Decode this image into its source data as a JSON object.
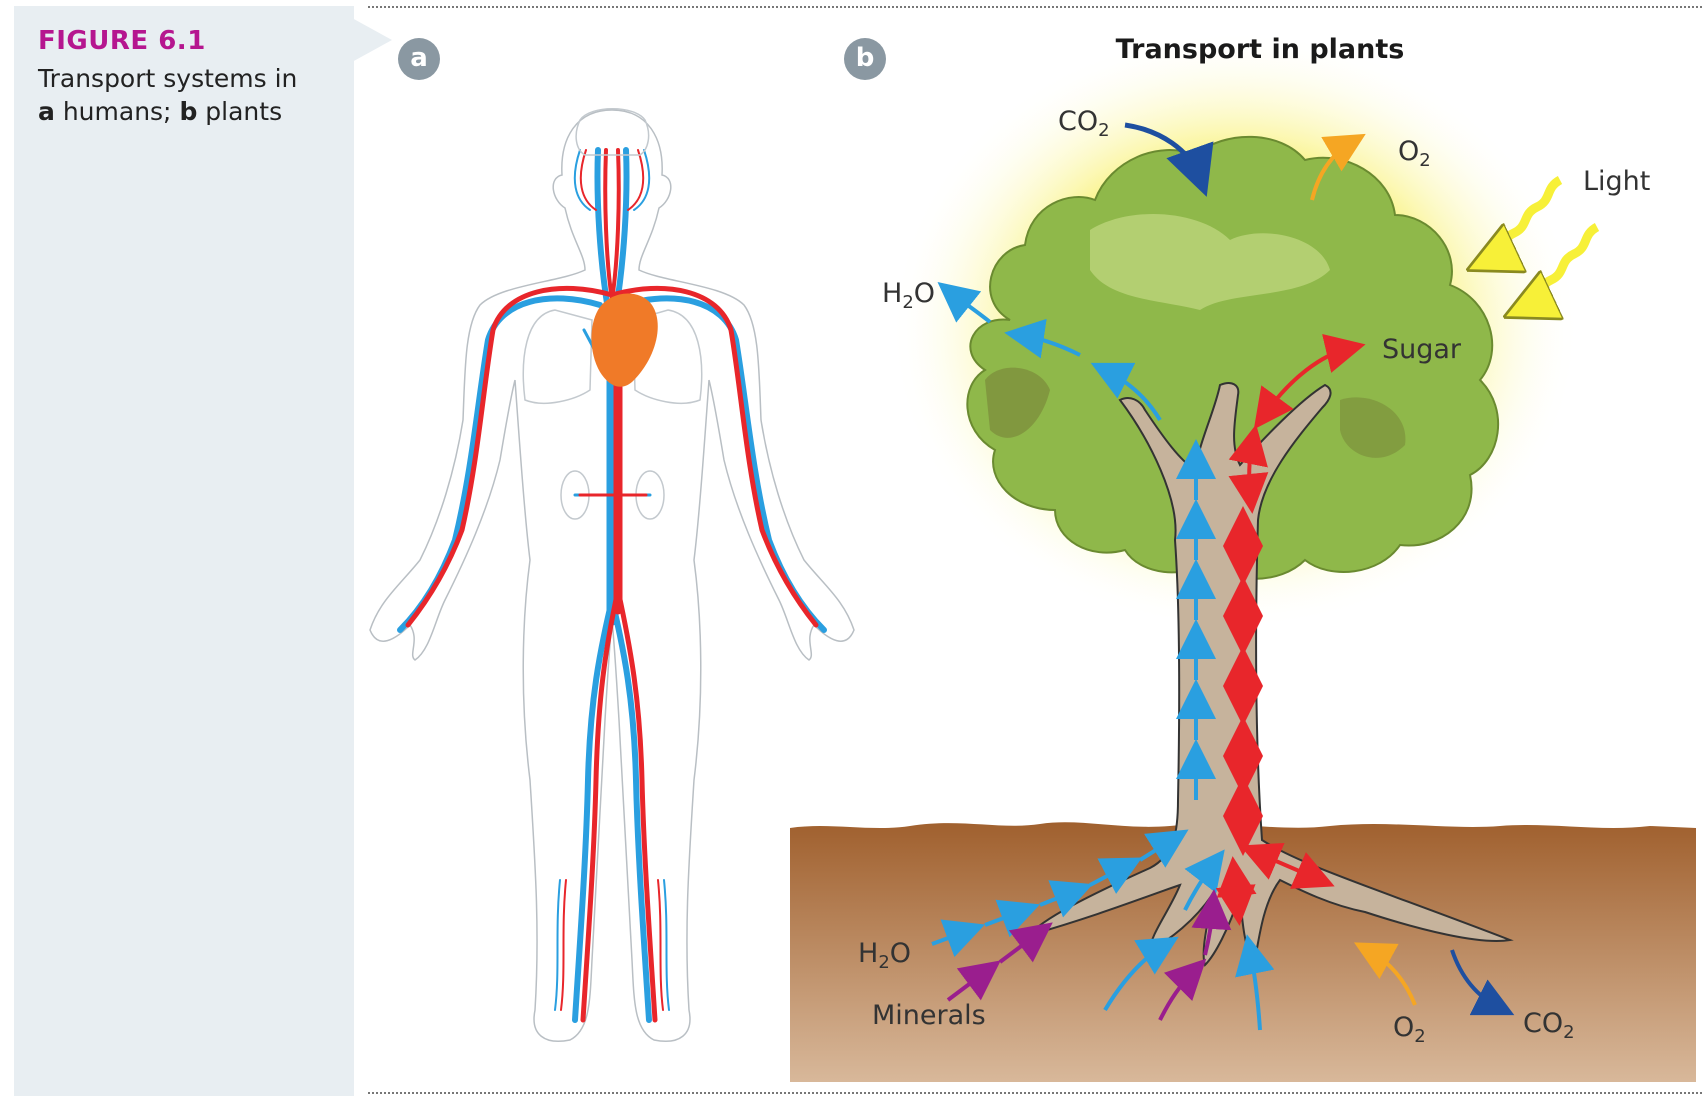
{
  "caption": {
    "figure_label": "FIGURE 6.1",
    "line1": "Transport systems in",
    "part_a_letter": "a",
    "part_a_text": "humans;",
    "part_b_letter": "b",
    "part_b_text": "plants"
  },
  "panels": {
    "a_badge": "a",
    "b_badge": "b"
  },
  "plant": {
    "title": "Transport in plants",
    "labels": {
      "co2_top": {
        "base": "CO",
        "sub": "2"
      },
      "o2_top": {
        "base": "O",
        "sub": "2"
      },
      "light": "Light",
      "h2o_top": {
        "base": "H",
        "sub": "2",
        "tail": "O"
      },
      "sugar": "Sugar",
      "h2o_bottom": {
        "base": "H",
        "sub": "2",
        "tail": "O"
      },
      "minerals": "Minerals",
      "o2_bottom": {
        "base": "O",
        "sub": "2"
      },
      "co2_bottom": {
        "base": "CO",
        "sub": "2"
      }
    }
  },
  "colors": {
    "accent_magenta": "#b5168f",
    "caption_bg": "#e8eef2",
    "badge": "#8a98a2",
    "artery_red": "#e8262b",
    "vein_blue": "#2a9fe0",
    "heart_orange": "#f07a28",
    "soil": "#a8683a",
    "trunk": "#c6b39c",
    "foliage": "#8fb84a",
    "light_yellow": "#f7f038",
    "co2_arrow": "#1e4fa0",
    "o2_arrow": "#f5a623",
    "mineral_arrow": "#9a1e8e"
  }
}
